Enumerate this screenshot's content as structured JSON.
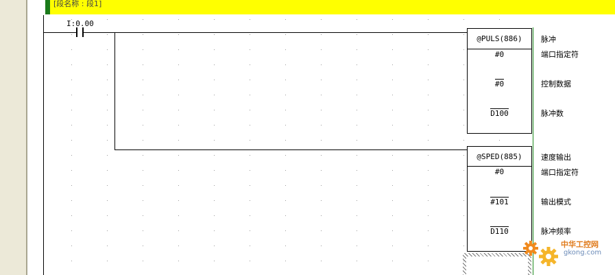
{
  "header": {
    "section_label": "[段名称 : 段1]"
  },
  "rung1": {
    "contact_label": "I:0.00",
    "instruction": "@PULS(886)",
    "operands": [
      "#0",
      "#0",
      "D100"
    ],
    "comments": [
      "脉冲",
      "端口指定符",
      "控制数据",
      "脉冲数"
    ]
  },
  "rung2": {
    "instruction": "@SPED(885)",
    "operands": [
      "#0",
      "#101",
      "D110"
    ],
    "comments": [
      "速度输出",
      "端口指定符",
      "输出模式",
      "脉冲频率"
    ]
  },
  "watermark": {
    "line1": "中华工控网",
    "line2": "gkong.com"
  },
  "colors": {
    "header_bg": "#ffff00",
    "header_marker": "#1a7a1a",
    "right_rail": "#1d8a1d",
    "logo_orange": "#e07a1a"
  }
}
